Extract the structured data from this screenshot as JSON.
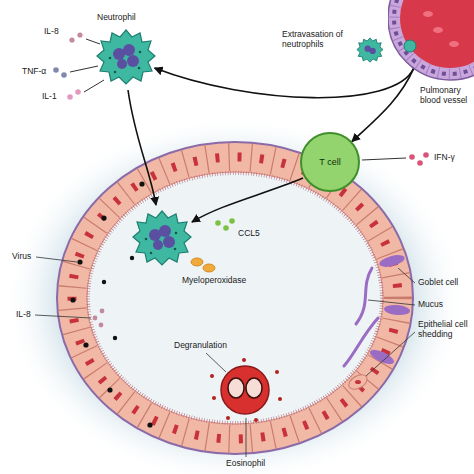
{
  "diagram": {
    "nodes": [
      {
        "text": [
          "Pulmonary blood vessel"
        ]
      },
      {
        "text": [
          "Neutrophil"
        ]
      },
      {
        "text": [
          "T cell"
        ]
      }
    ],
    "edges": [
      {
        "from": 0,
        "to": 1,
        "arrow": "to",
        "label": "Extravasation of neutrophils"
      },
      {
        "from": 0,
        "to": 2,
        "arrow": "to"
      }
    ],
    "labels": [
      "IL-8",
      "TNF-α",
      "IL-1",
      "IFN-γ",
      "Virus",
      "IL-8",
      "CCL5",
      "Myeloperoxidase",
      "Goblet cell",
      "Mucus",
      "Epithelial cell shedding",
      "Degranulation",
      "Eosinophil"
    ]
  }
}
